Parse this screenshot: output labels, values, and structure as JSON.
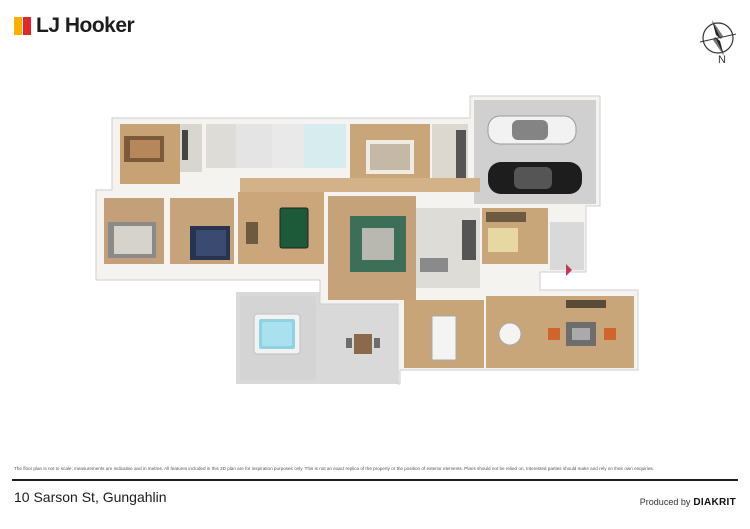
{
  "brand": {
    "name": "LJ Hooker",
    "mark_colors": [
      "#f9b000",
      "#e5252a"
    ]
  },
  "compass": {
    "north_label": "N",
    "icon": "compass-rose-icon"
  },
  "plan": {
    "icon": "floor-plan-illustration",
    "colors": {
      "floor_wood": "#c9a57a",
      "floor_tile": "#d8d6d0",
      "wall": "#f6f6f4",
      "outside_paving": "#dcdcdc",
      "pool_water": "#8fd3e3"
    }
  },
  "disclaimer": "The floor plan is not to scale; measurements are indicative and in metres. All features included in this 3D plan are for inspiration purposes only. This is not an exact replica of the property or the position of exterior elements. Plans should not be relied on. Interested parties should make and rely on their own enquiries.",
  "footer": {
    "address": "10 Sarson St, Gungahlin",
    "produced_by_prefix": "Produced by",
    "produced_by_brand": "DIAKRIT"
  }
}
